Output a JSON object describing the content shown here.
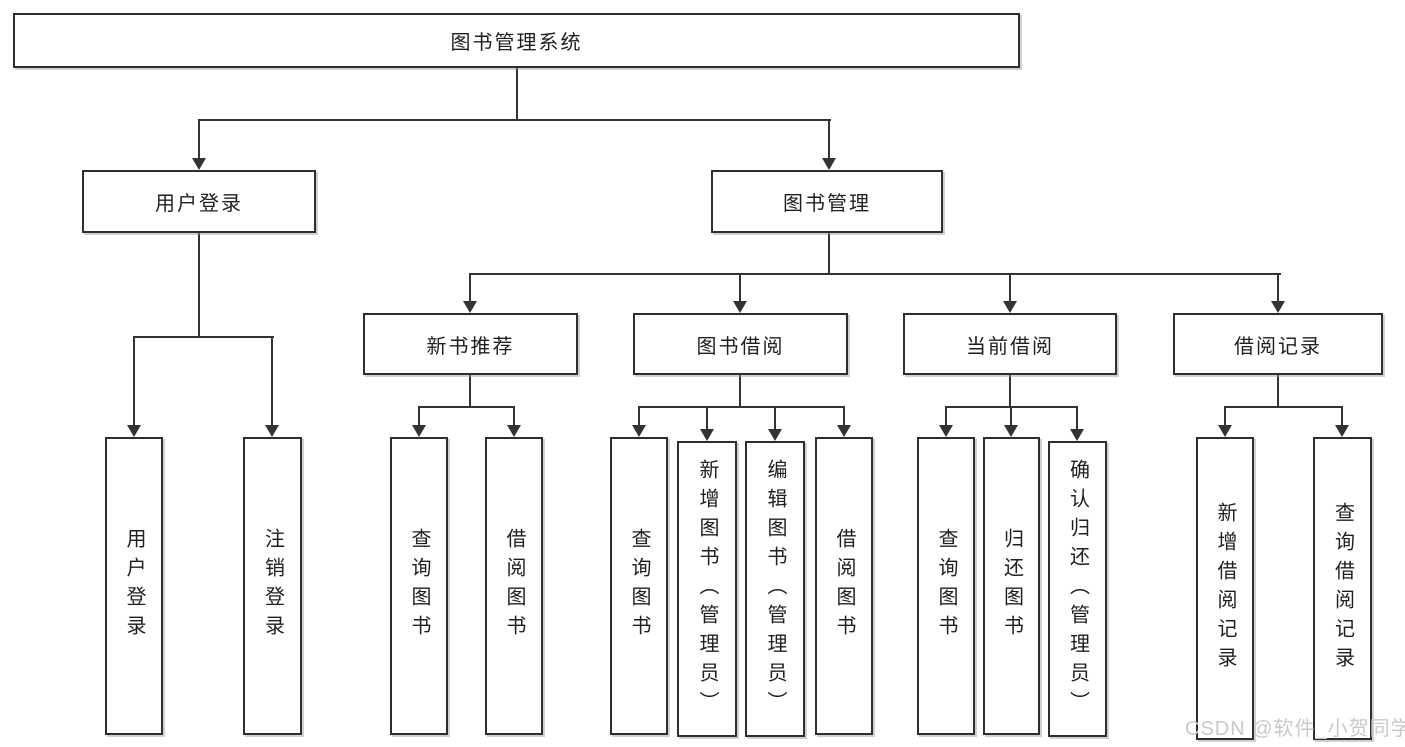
{
  "diagram": {
    "root": "图书管理系统",
    "branches": [
      {
        "label": "用户登录",
        "children": [
          "用户登录",
          "注销登录"
        ]
      },
      {
        "label": "图书管理",
        "groups": [
          {
            "label": "新书推荐",
            "children": [
              "查询图书",
              "借阅图书"
            ]
          },
          {
            "label": "图书借阅",
            "children": [
              "查询图书",
              "新增图书（管理员）",
              "编辑图书（管理员）",
              "借阅图书"
            ]
          },
          {
            "label": "当前借阅",
            "children": [
              "查询图书",
              "归还图书",
              "确认归还（管理员）"
            ]
          },
          {
            "label": "借阅记录",
            "children": [
              "新增借阅记录",
              "查询借阅记录"
            ]
          }
        ]
      }
    ]
  },
  "watermark": {
    "text": "CSDN @软件_小贺同学"
  },
  "colors": {
    "line": "#333333",
    "border": "#2e2e2e",
    "box_fill": "#ffffff",
    "text": "#1f1f1f",
    "watermark": "#c9c9c9",
    "background": "#ffffff"
  }
}
